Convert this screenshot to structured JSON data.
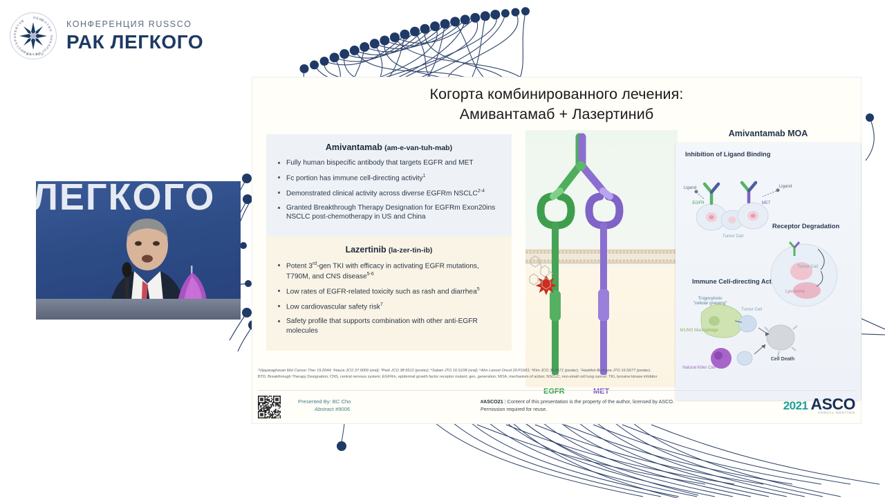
{
  "brand": {
    "subtitle": "КОНФЕРЕНЦИЯ RUSSCO",
    "title": "РАК ЛЕГКОГО",
    "seal_text": "ОБЩЕСТВО ОНКОЛОГОВ ХИМИОТЕРАПЕВТОВ",
    "seal_bottom": "RUSSCO",
    "logo_icon": "compass-star-icon",
    "accent_color": "#1d3a63",
    "muted_color": "#5f6a80"
  },
  "decor": {
    "dot_color": "#1f3a66",
    "line_color": "#2b4068",
    "name": "dot-network-graphic"
  },
  "video": {
    "backdrop_text": "ЛЕГКОГО",
    "backdrop_color": "#2d4c86",
    "description": "speaker-video-thumbnail"
  },
  "slide": {
    "title_line1": "Когорта комбинированного лечения:",
    "title_line2": "Амивантамаб + Лазертиниб",
    "background": "#fffef8",
    "amivantamab": {
      "name": "Amivantamab",
      "pronunciation": "(am-e-van-tuh-mab)",
      "box_color": "#eef2f6",
      "bullets": [
        {
          "text": "Fully human bispecific antibody that targets EGFR and MET",
          "sup": ""
        },
        {
          "text": "Fc portion has immune cell-directing activity",
          "sup": "1"
        },
        {
          "text": "Demonstrated clinical activity across diverse EGFRm NSCLC",
          "sup": "2-4"
        },
        {
          "text": "Granted Breakthrough Therapy Designation for EGFRm Exon20ins NSCLC post-chemotherapy in US and China",
          "sup": ""
        }
      ]
    },
    "lazertinib": {
      "name": "Lazertinib",
      "pronunciation": "(la-zer-tin-ib)",
      "box_color": "#faf4e6",
      "bullets": [
        {
          "text": "Potent 3rd-gen TKI with efficacy in activating EGFR mutations, T790M, and CNS disease",
          "sup": "5-6"
        },
        {
          "text": "Low rates of EGFR-related toxicity such as rash and diarrhea",
          "sup": "5"
        },
        {
          "text": "Low cardiovascular safety risk",
          "sup": "7"
        },
        {
          "text": "Safety profile that supports combination with other anti-EGFR molecules",
          "sup": ""
        }
      ]
    },
    "receptor_diagram": {
      "egfr_label": "EGFR",
      "met_label": "MET",
      "egfr_color": "#3aa14a",
      "met_color": "#8b6fd0"
    },
    "moa": {
      "title": "Amivantamab MOA",
      "section1": "Inhibition of Ligand Binding",
      "section2": "Receptor Degradation",
      "section3": "Immune Cell-directing Activity",
      "labels": {
        "ligand_left": "Ligand",
        "ligand_right": "Ligand",
        "egfr": "EGFR",
        "met": "MET",
        "tumor_cell": "Tumor Cell",
        "lysosome": "Lysosome",
        "trogocytosis": "Trogocytosis",
        "trogocytosis_sub": "\"cellular gnawing\"",
        "macrophage": "M1/M2 Macrophage",
        "nk_cell": "Natural Killer Cell",
        "tumor_cell2": "Tumor Cell",
        "tumor_cell3": "Tumor Cell",
        "cell_death": "Cell Death"
      }
    },
    "footnotes": {
      "references": "¹Vijayaraghavan Mol Cancer Ther 19:2044; ²Haura JCO 37:9009 (oral); ³Park JCO 38:9512 (poster); ⁴Sabari JTO 16:S108 (oral); ⁵Ahn Lancet Oncol 20:P1681; ⁶Kim JCO 38:9571 (poster), ⁷Haddish-Berhane JTO 16:S677 (poster).",
      "abbreviations": "BTD, Breakthrough Therapy Designation; CNS, central nervous system; EGFRm, epidermal growth factor receptor mutant; gen, generation; MOA, mechanism of action; NSCLC, non-small cell lung cancer; TKI, tyrosine kinase inhibitor"
    },
    "bottom_bar": {
      "qr_label": "qr-code",
      "presented_by": "Presented By: BC Cho",
      "abstract": "Abstract #9006",
      "hashtag": "#ASCO21",
      "separator": "|",
      "rights_line1": "Content of this presentation is the property of the author, licensed by ASCO.",
      "rights_line2": "Permission required for reuse.",
      "asco_year": "2021",
      "asco_word": "ASCO",
      "asco_tagline": "ANNUAL MEETING",
      "asco_year_color": "#1aa19c",
      "asco_word_color": "#19305a"
    }
  }
}
